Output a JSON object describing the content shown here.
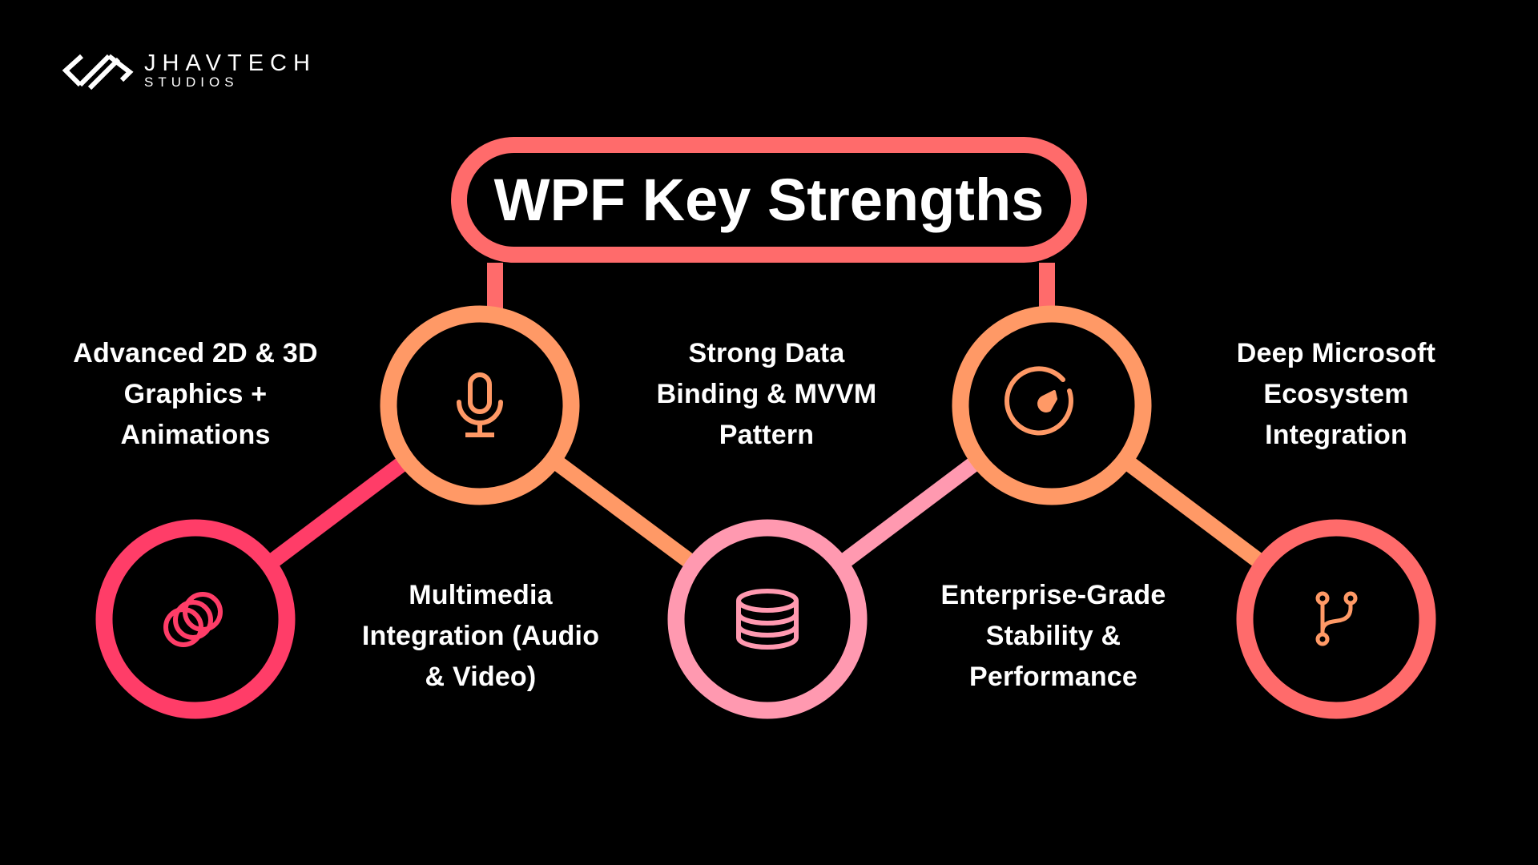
{
  "brand": {
    "name": "JHAVTECH",
    "sub": "STUDIOS"
  },
  "title": "WPF Key Strengths",
  "colors": {
    "red": "#ff3d68",
    "orange": "#ff9966",
    "pink": "#ff99b0",
    "coral": "#ff6b6b",
    "background": "#000000"
  },
  "nodes": [
    {
      "icon": "layers-circles-icon",
      "label_lines": [
        "Advanced 2D & 3D",
        "Graphics +",
        "Animations"
      ]
    },
    {
      "icon": "microphone-icon",
      "label_lines": [
        "Multimedia",
        "Integration (Audio",
        "& Video)"
      ]
    },
    {
      "icon": "database-icon",
      "label_lines": [
        "Strong Data",
        "Binding & MVVM",
        "Pattern"
      ]
    },
    {
      "icon": "gauge-icon",
      "label_lines": [
        "Enterprise-Grade",
        "Stability &",
        "Performance"
      ]
    },
    {
      "icon": "git-branch-icon",
      "label_lines": [
        "Deep Microsoft",
        "Ecosystem",
        "Integration"
      ]
    }
  ]
}
